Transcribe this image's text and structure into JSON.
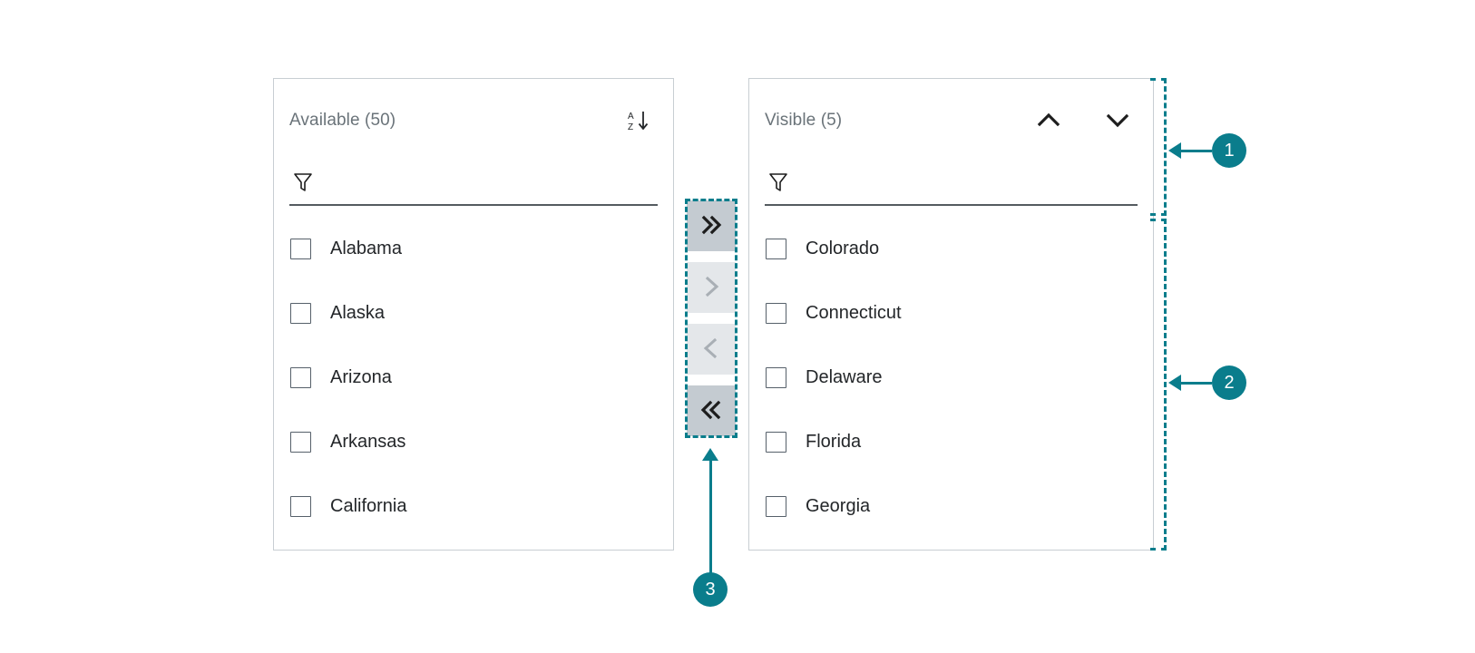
{
  "panels": {
    "available": {
      "title": "Available (50)",
      "sort_icon": "sort-az-descending-icon",
      "filter": {
        "icon": "filter-funnel-icon",
        "value": "",
        "placeholder": ""
      },
      "items": [
        {
          "label": "Alabama",
          "checked": false
        },
        {
          "label": "Alaska",
          "checked": false
        },
        {
          "label": "Arizona",
          "checked": false
        },
        {
          "label": "Arkansas",
          "checked": false
        },
        {
          "label": "California",
          "checked": false
        }
      ]
    },
    "visible": {
      "title": "Visible (5)",
      "move_up_icon": "chevron-up-icon",
      "move_down_icon": "chevron-down-icon",
      "filter": {
        "icon": "filter-funnel-icon",
        "value": "",
        "placeholder": ""
      },
      "items": [
        {
          "label": "Colorado",
          "checked": false
        },
        {
          "label": "Connecticut",
          "checked": false
        },
        {
          "label": "Delaware",
          "checked": false
        },
        {
          "label": "Florida",
          "checked": false
        },
        {
          "label": "Georgia",
          "checked": false
        }
      ]
    }
  },
  "transfer": {
    "buttons": [
      {
        "icon": "double-chevron-right-icon",
        "glyph": "»",
        "state": "enabled"
      },
      {
        "icon": "chevron-right-icon",
        "glyph": "›",
        "state": "disabled"
      },
      {
        "icon": "chevron-left-icon",
        "glyph": "‹",
        "state": "disabled"
      },
      {
        "icon": "double-chevron-left-icon",
        "glyph": "«",
        "state": "enabled"
      }
    ]
  },
  "annotations": [
    {
      "number": "1"
    },
    {
      "number": "2"
    },
    {
      "number": "3"
    }
  ],
  "colors": {
    "accent": "#0a7d8c",
    "panel_border": "#c8ced3",
    "title_text": "#6a7379",
    "item_text": "#232629",
    "button_enabled_bg": "#c4cbd1",
    "button_disabled_bg": "#e4e7ea",
    "underline": "#555b60"
  }
}
